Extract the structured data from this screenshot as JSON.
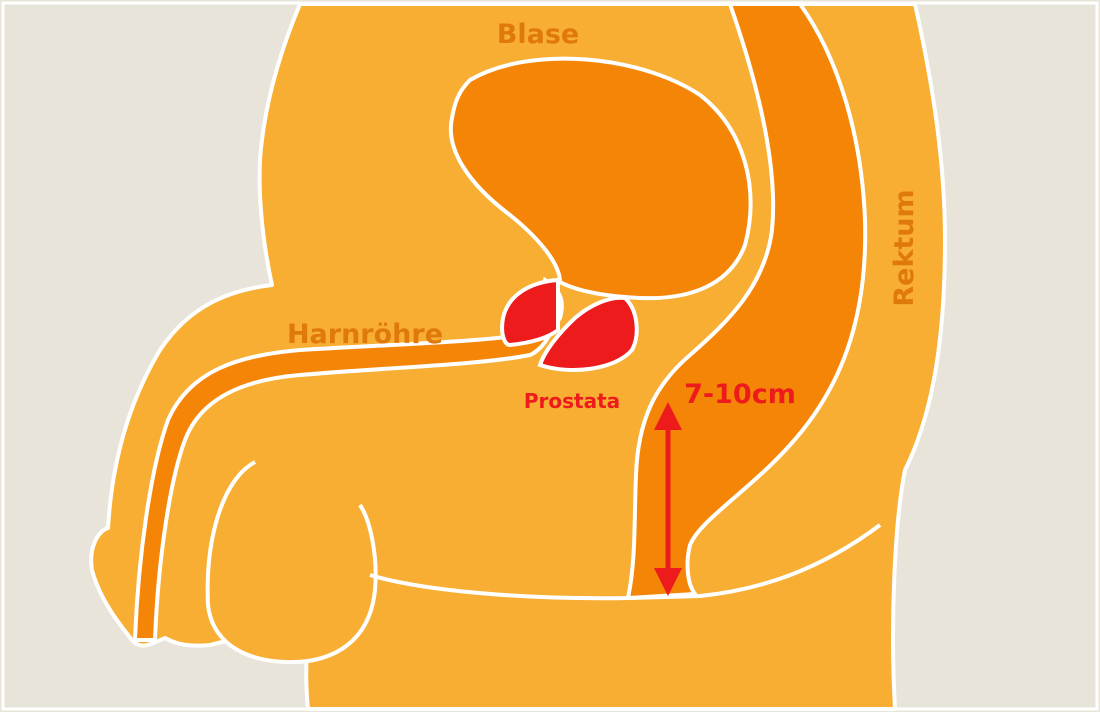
{
  "labels": {
    "bladder": "Blase",
    "urethra": "Harnröhre",
    "prostate": "Prostata",
    "rectum": "Rektum",
    "distance": "7-10cm"
  },
  "colors": {
    "background": "#e8e4da",
    "body": "#f7ae32",
    "organ": "#f58507",
    "prostate": "#ee1b1d",
    "outline": "#ffffff",
    "label": "#e0790c",
    "accent": "#ee1b1d"
  }
}
